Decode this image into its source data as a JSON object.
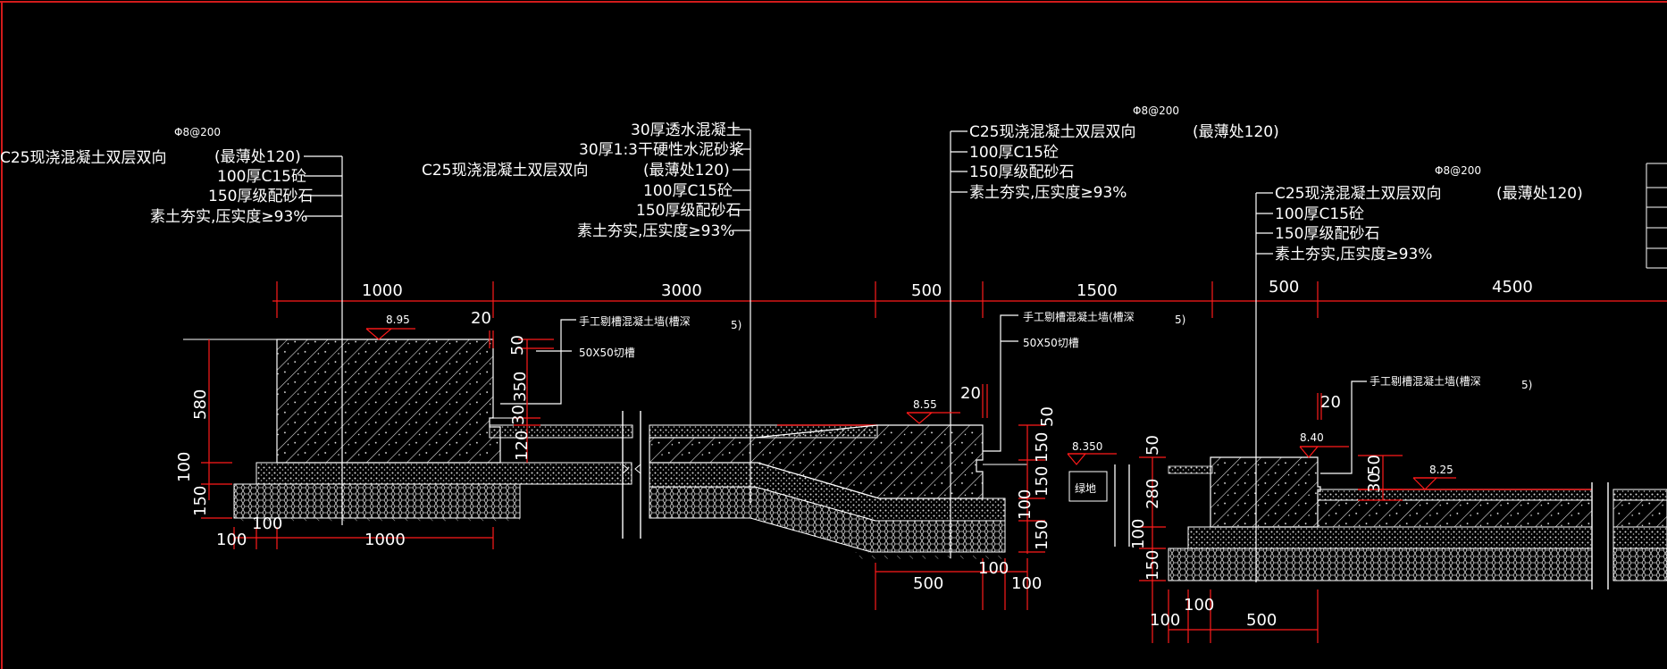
{
  "drawing": {
    "colors": {
      "background": "#000000",
      "dim": "#ff1a1a",
      "line": "#ffffff",
      "hatch": "#e8e8e8"
    },
    "labels": {
      "rebar_a": "Φ8@200",
      "rebar_b": "Φ8@200",
      "rebar_c": "Φ8@200",
      "s1_c25": "C25现浇混凝土双层双向",
      "s1_thin": "(最薄处120)",
      "s1_c15": "100厚C15砼",
      "s1_gravel": "150厚级配砂石",
      "s1_soil": "素土夯实,压实度≥93%",
      "s2_c25": "C25现浇混凝土双层双向",
      "s2_pervious": "30厚透水混凝土",
      "s2_mortar": "30厚1:3干硬性水泥砂浆",
      "s2_thin": "(最薄处120)",
      "s2_c15": "100厚C15砼",
      "s2_gravel": "150厚级配砂石",
      "s2_soil": "素土夯实,压实度≥93%",
      "s3_c25": "C25现浇混凝土双层双向",
      "s3_thin": "(最薄处120)",
      "s3_c15": "100厚C15砼",
      "s3_gravel": "150厚级配砂石",
      "s3_soil": "素土夯实,压实度≥93%",
      "s4_c25": "C25现浇混凝土双层双向",
      "s4_thin": "(最薄处120)",
      "s4_c15": "100厚C15砼",
      "s4_gravel": "150厚级配砂石",
      "s4_soil": "素土夯实,压实度≥93%",
      "groove_a": "手工剔槽混凝土墙(槽深",
      "groove_a_end": "5)",
      "groove_a_size": "50X50切槽",
      "groove_b": "手工剔槽混凝土墙(槽深",
      "groove_b_end": "5)",
      "groove_b_size": "50X50切槽",
      "groove_c": "手工剔槽混凝土墙(槽深",
      "groove_c_end": "5)",
      "green": "绿地"
    },
    "elevations": {
      "e1": "8.95",
      "e2": "8.55",
      "e3": "8.350",
      "e4": "8.40",
      "e5": "8.25"
    },
    "dims": {
      "top_1000": "1000",
      "top_3000": "3000",
      "top_500a": "500",
      "top_1500": "1500",
      "top_500b": "500",
      "top_4500": "4500",
      "h_580": "580",
      "h_100a": "100",
      "h_150a": "150",
      "b_100a": "100",
      "b_100b": "100",
      "b_1000": "1000",
      "w_20a": "20",
      "v_50a": "50",
      "v_350": "350",
      "v_30": "30",
      "v_120": "120",
      "w_20b": "20",
      "v_50b": "50",
      "v_150a": "150",
      "v_150b": "150",
      "v_100a": "100",
      "v_150c": "150",
      "b_500a": "500",
      "b_100c": "100",
      "b_100d": "100",
      "v_50c": "50",
      "v_280": "280",
      "v_100b": "100",
      "v_150d": "150",
      "w_20c": "20",
      "v_50d": "50",
      "v_30b": "30",
      "b_100e": "100",
      "b_100f": "100",
      "b_500b": "500"
    }
  }
}
